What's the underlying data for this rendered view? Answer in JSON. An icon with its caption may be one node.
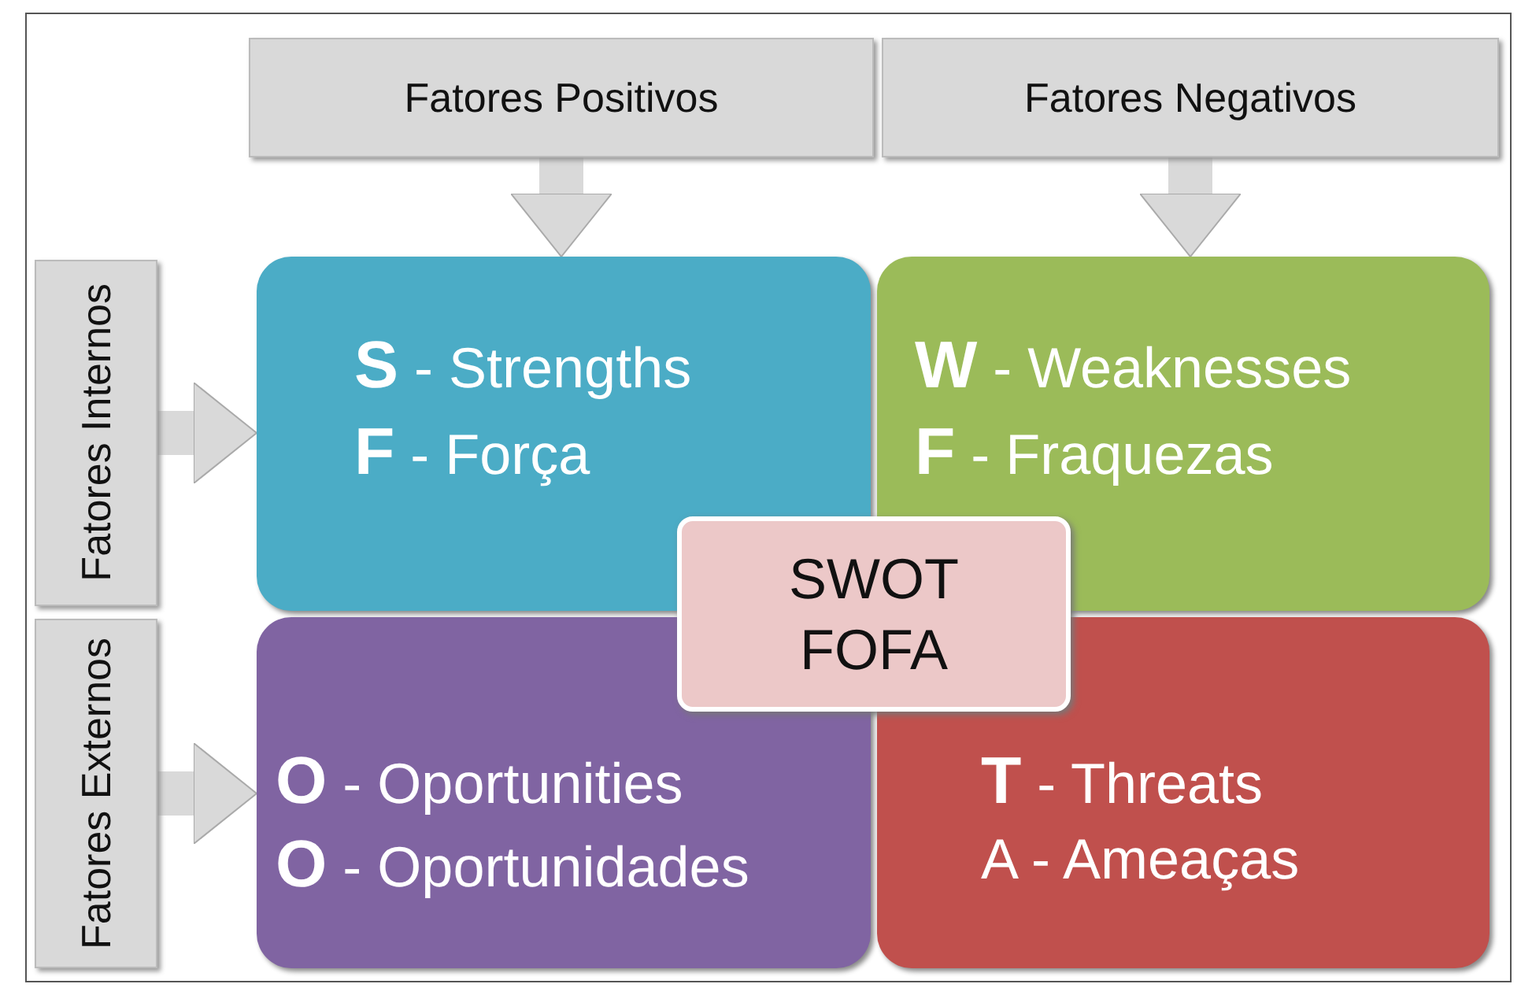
{
  "diagram": {
    "nodes": [
      {
        "text": [
          "Fatores Positivos"
        ]
      },
      {
        "text": [
          "Fatores Negativos"
        ]
      },
      {
        "text": [
          "Fatores Internos"
        ]
      },
      {
        "text": [
          "Fatores Externos"
        ]
      },
      {
        "text": [
          "**S** - Strengths",
          "**F** - Força"
        ]
      },
      {
        "text": [
          "**W** - Weaknesses",
          "**F** - Fraquezas"
        ]
      },
      {
        "text": [
          "**O** - Oportunities",
          "**O** - Oportunidades"
        ]
      },
      {
        "text": [
          "**T** - Threats",
          "A - Ameaças"
        ]
      },
      {
        "text": [
          "SWOT FOFA"
        ]
      }
    ],
    "edges": [
      {
        "from": 0,
        "to": 4,
        "arrow": "to"
      },
      {
        "from": 1,
        "to": 5,
        "arrow": "to"
      },
      {
        "from": 2,
        "to": 4,
        "arrow": "to"
      },
      {
        "from": 3,
        "to": 6,
        "arrow": "to"
      }
    ]
  }
}
